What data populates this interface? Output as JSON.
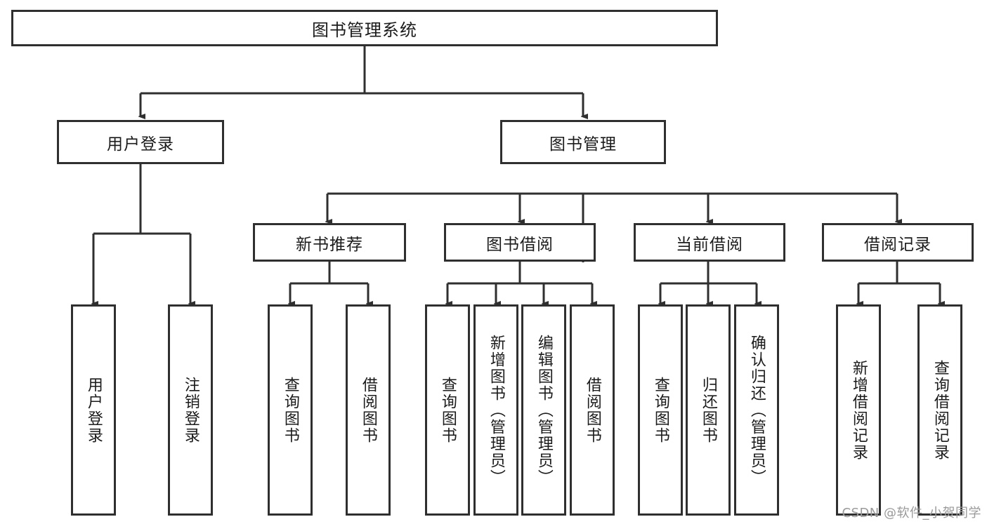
{
  "diagram": {
    "title": "图书管理系统",
    "watermark": "CSDN @软件_小贺同学",
    "colors": {
      "border": "#2f2f2f",
      "background": "#ffffff",
      "text": "#1b1b1b",
      "edge": "#2f2f2f",
      "watermark": "#9a9a9a"
    },
    "root": {
      "label": "图书管理系统"
    },
    "level1": [
      {
        "label": "用户登录"
      },
      {
        "label": "图书管理"
      }
    ],
    "level2": [
      {
        "label": "新书推荐",
        "parent": "图书管理"
      },
      {
        "label": "图书借阅",
        "parent": "图书管理"
      },
      {
        "label": "当前借阅",
        "parent": "图书管理"
      },
      {
        "label": "借阅记录",
        "parent": "图书管理"
      }
    ],
    "leaves": [
      {
        "label": "用户登录",
        "parent": "用户登录"
      },
      {
        "label": "注销登录",
        "parent": "用户登录"
      },
      {
        "label": "查询图书",
        "parent": "新书推荐"
      },
      {
        "label": "借阅图书",
        "parent": "新书推荐"
      },
      {
        "label": "查询图书",
        "parent": "图书借阅"
      },
      {
        "label": "新增图书（管理员）",
        "parent": "图书借阅"
      },
      {
        "label": "编辑图书（管理员）",
        "parent": "图书借阅"
      },
      {
        "label": "借阅图书",
        "parent": "图书借阅"
      },
      {
        "label": "查询图书",
        "parent": "当前借阅"
      },
      {
        "label": "归还图书",
        "parent": "当前借阅"
      },
      {
        "label": "确认归还（管理员）",
        "parent": "当前借阅"
      },
      {
        "label": "新增借阅记录",
        "parent": "借阅记录"
      },
      {
        "label": "查询借阅记录",
        "parent": "借阅记录"
      }
    ]
  }
}
